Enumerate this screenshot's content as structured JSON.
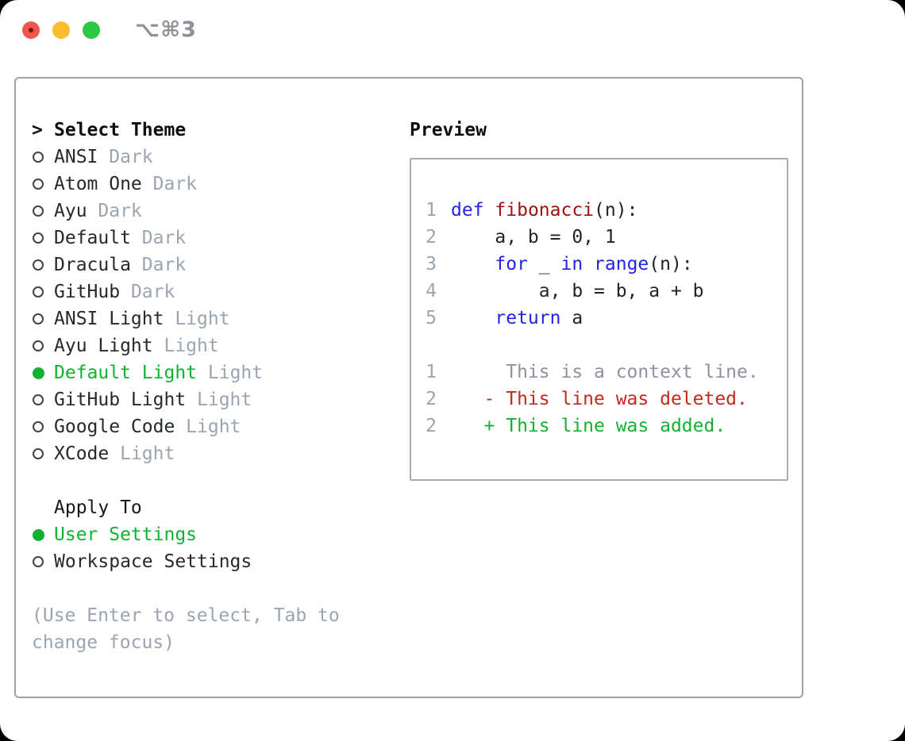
{
  "window": {
    "title": "⌥⌘3"
  },
  "colors": {
    "green": "#12b230",
    "red_deleted": "#c5291c",
    "keyword_blue": "#2323e6",
    "function_red": "#9d1111",
    "muted": "#9aa5b1",
    "text": "#24292e",
    "border": "#9aa4b0",
    "traffic_red": "#f0564f",
    "traffic_yellow": "#fdbc2e",
    "traffic_green": "#2bc840"
  },
  "theme_selector": {
    "title_prefix": ">",
    "title": "Select Theme",
    "themes": [
      {
        "name": "ANSI",
        "variant": "Dark",
        "selected": false
      },
      {
        "name": "Atom One",
        "variant": "Dark",
        "selected": false
      },
      {
        "name": "Ayu",
        "variant": "Dark",
        "selected": false
      },
      {
        "name": "Default",
        "variant": "Dark",
        "selected": false
      },
      {
        "name": "Dracula",
        "variant": "Dark",
        "selected": false
      },
      {
        "name": "GitHub",
        "variant": "Dark",
        "selected": false
      },
      {
        "name": "ANSI Light",
        "variant": "Light",
        "selected": false
      },
      {
        "name": "Ayu Light",
        "variant": "Light",
        "selected": false
      },
      {
        "name": "Default Light",
        "variant": "Light",
        "selected": true
      },
      {
        "name": "GitHub Light",
        "variant": "Light",
        "selected": false
      },
      {
        "name": "Google Code",
        "variant": "Light",
        "selected": false
      },
      {
        "name": "XCode",
        "variant": "Light",
        "selected": false
      }
    ],
    "apply_to": {
      "title": "Apply To",
      "options": [
        {
          "name": "User Settings",
          "selected": true
        },
        {
          "name": "Workspace Settings",
          "selected": false
        }
      ]
    },
    "help_text": "(Use Enter to select, Tab to change focus)"
  },
  "preview": {
    "title": "Preview",
    "lines": [
      {
        "num": "1",
        "segments": [
          {
            "text": "def",
            "style": "keyword"
          },
          {
            "text": " ",
            "style": "plain"
          },
          {
            "text": "fibonacci",
            "style": "function"
          },
          {
            "text": "(n):",
            "style": "plain"
          }
        ]
      },
      {
        "num": "2",
        "segments": [
          {
            "text": "    a, b = 0, 1",
            "style": "plain"
          }
        ]
      },
      {
        "num": "3",
        "segments": [
          {
            "text": "    ",
            "style": "plain"
          },
          {
            "text": "for",
            "style": "keyword"
          },
          {
            "text": " _ ",
            "style": "plain"
          },
          {
            "text": "in",
            "style": "keyword"
          },
          {
            "text": " ",
            "style": "plain"
          },
          {
            "text": "range",
            "style": "keyword"
          },
          {
            "text": "(n):",
            "style": "plain"
          }
        ]
      },
      {
        "num": "4",
        "segments": [
          {
            "text": "        a, b = b, a + b",
            "style": "plain"
          }
        ]
      },
      {
        "num": "5",
        "segments": [
          {
            "text": "    ",
            "style": "plain"
          },
          {
            "text": "return",
            "style": "keyword"
          },
          {
            "text": " a",
            "style": "plain"
          }
        ]
      },
      {
        "num": "",
        "segments": []
      },
      {
        "num": "1",
        "segments": [
          {
            "text": "     This is a context line.",
            "style": "context"
          }
        ]
      },
      {
        "num": "2",
        "segments": [
          {
            "text": "   - This line was deleted.",
            "style": "deleted"
          }
        ]
      },
      {
        "num": "2",
        "segments": [
          {
            "text": "   + This line was added.",
            "style": "added"
          }
        ]
      }
    ]
  }
}
